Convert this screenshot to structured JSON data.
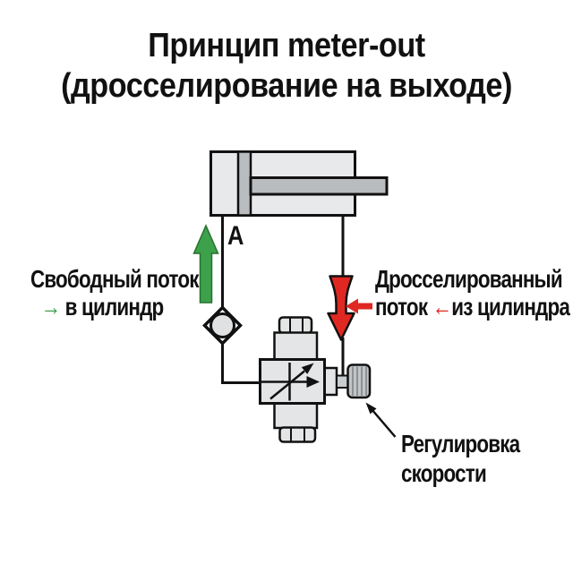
{
  "title": {
    "line1": "Принцип meter-out",
    "line2": "(дросселирование на выходе)"
  },
  "cylinder": {
    "port_label": "A"
  },
  "labels": {
    "free_flow": {
      "line1": "Свободный поток",
      "arrow_glyph": "→",
      "line2": "в цилиндр"
    },
    "throttled_flow": {
      "line1": "Дросселированный",
      "word": "поток",
      "arrow_glyph": "←",
      "rest": "из цилиндра"
    },
    "speed_adjust": {
      "line1": "Регулировка",
      "line2": "скорости"
    }
  },
  "icons": {
    "free_flow_arrow": "green-up-arrow",
    "throttled_flow_arrow": "red-pinched-down-arrow",
    "throttled_flow_pointer": "red-left-block-arrow",
    "check_valve": "diamond-with-ball",
    "flow_control_valve": "adjustable-throttle-valve-symbol",
    "adjust_knob": "knurled-knob",
    "speed_pointer": "black-diagonal-arrow"
  },
  "colors": {
    "background": "#ffffff",
    "text": "#111111",
    "outline": "#111111",
    "green": "#3da14b",
    "red": "#e02822",
    "cylinder_fill": "#e7e9ea",
    "piston_fill": "#b9bcbf",
    "valve_fill": "#e3e5e7",
    "knob_fill": "#c2c5c8"
  }
}
